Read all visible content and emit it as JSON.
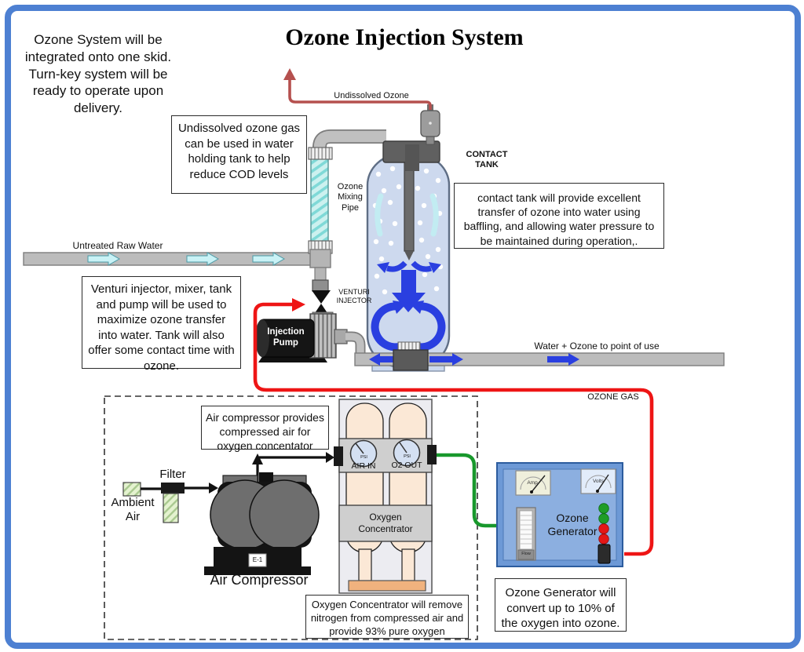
{
  "title": "Ozone Injection System",
  "intro_note": "Ozone System will be integrated onto one skid.  Turn-key system will be ready to operate upon delivery.",
  "notes": {
    "undissolved": "Undissolved ozone gas can be used in water holding tank to help reduce COD levels",
    "contact_tank": "contact tank will provide excellent transfer of ozone into water using baffling, and allowing water pressure to be maintained during operation,.",
    "venturi": "Venturi injector, mixer, tank and pump will be used to maximize ozone transfer into water.  Tank will also offer some contact time with ozone.",
    "compressor": "Air compressor provides compressed air for oxygen concentator",
    "concentrator": "Oxygen Concentrator will remove nitrogen from compressed air and provide 93% pure oxygen",
    "generator": "Ozone Generator will convert up to 10% of the oxygen into ozone."
  },
  "labels": {
    "undissolved_ozone": "Undissolved Ozone",
    "ozone_mixing_pipe": "Ozone Mixing Pipe",
    "contact_tank": "CONTACT TANK",
    "untreated_raw_water": "Untreated Raw Water",
    "venturi_injector": "VENTURI INJECTOR",
    "injection_pump": "Injection Pump",
    "water_ozone": "Water + Ozone to point of use",
    "ozone_gas": "OZONE GAS",
    "filter": "Filter",
    "ambient_air": "Ambient Air",
    "air_compressor": "Air Compressor",
    "e1": "E-1",
    "air_in": "AIR IN",
    "o2_out": "O2 OUT",
    "psi": "PSI",
    "oxygen_concentrator": "Oxygen Concentrator",
    "ozone_generator": "Ozone Generator",
    "amp": "Amp",
    "volts": "Volts",
    "flow": "Flow"
  },
  "colors": {
    "frame_blue": "#4d80d2",
    "pipe_gray": "#bcbcbc",
    "tank_fill": "#cdd9ee",
    "flow_arrow_blue": "#2a3fe0",
    "raw_water_arrow_cyan": "#c9f2f6",
    "ozone_gas_red": "#ee1515",
    "undissolved_ozone_red": "#b5504e",
    "oxygen_line_green": "#18982c",
    "generator_panel_blue": "#8cafe0",
    "led_green": "#1f9d27",
    "led_red": "#e41717",
    "mixing_pipe_cyan": "#bfeeec",
    "concentrator_cylinder": "#fbe8d6"
  }
}
